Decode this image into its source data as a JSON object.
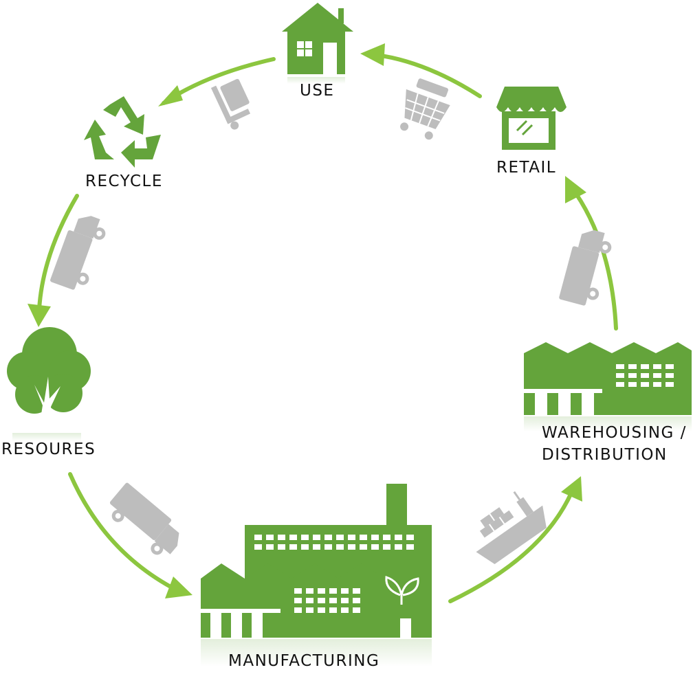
{
  "colors": {
    "green": "#64a43b",
    "arrow": "#8cc63f",
    "gray": "#bdbdbd"
  },
  "stages": {
    "use": "USE",
    "retail": "RETAIL",
    "warehousing_line1": "WAREHOUSING /",
    "warehousing_line2": "DISTRIBUTION",
    "manufacturing": "MANUFACTURING",
    "resources": "RESOURES",
    "recycle": "RECYCLE"
  },
  "transport_icons": [
    "hand-truck-icon",
    "shopping-cart-icon",
    "delivery-truck-icon",
    "cargo-ship-icon",
    "delivery-truck-icon",
    "delivery-truck-icon"
  ]
}
